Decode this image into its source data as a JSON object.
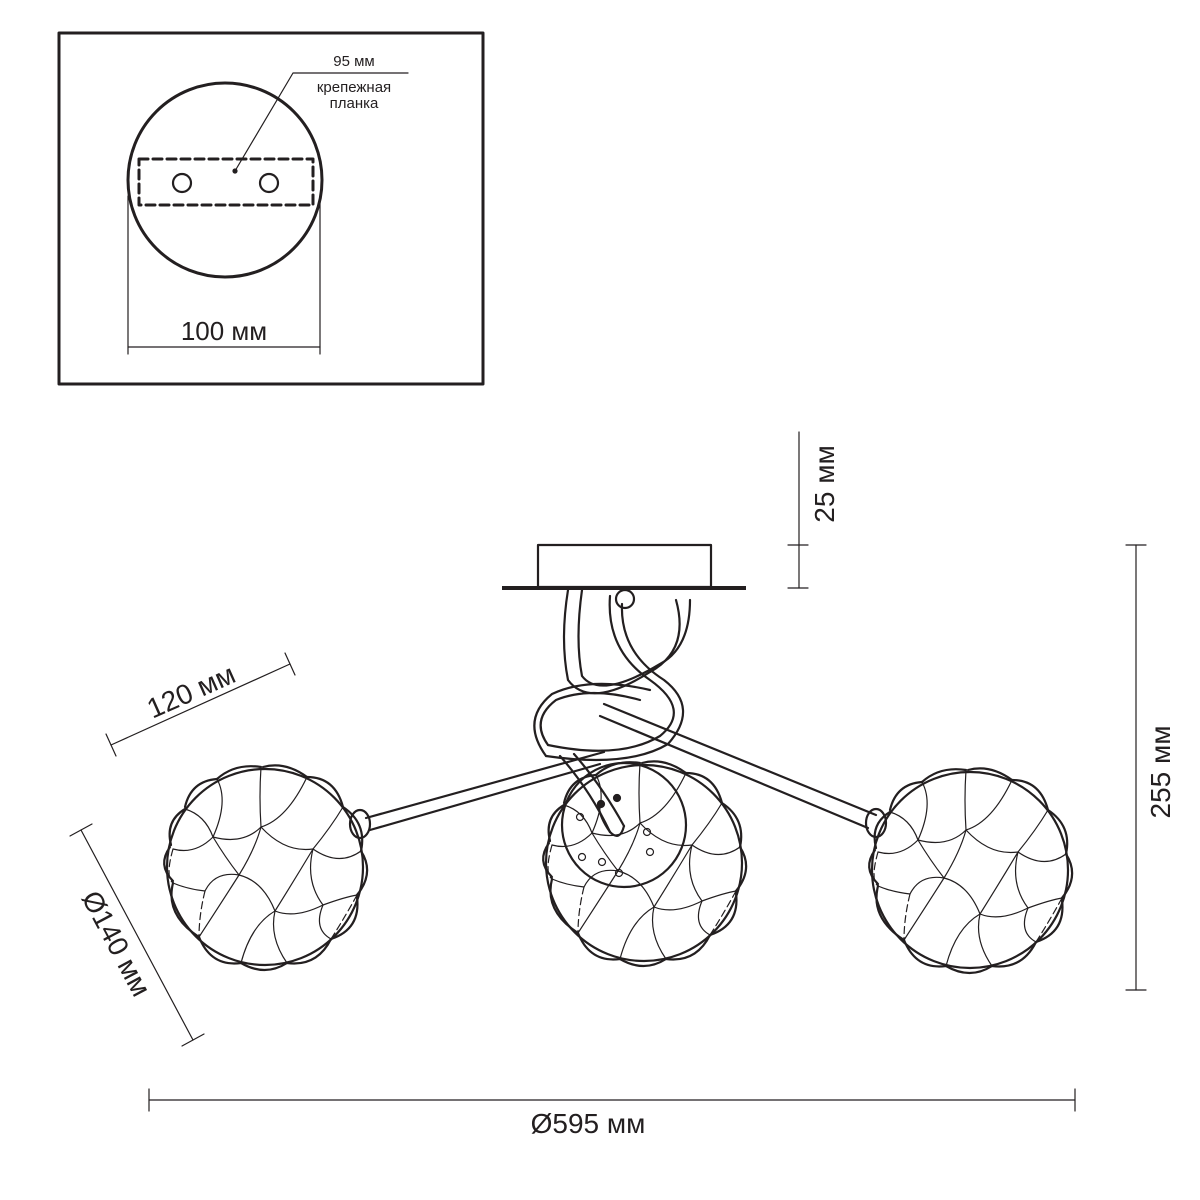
{
  "mount_detail": {
    "bracket_dimension": "95 мм",
    "bracket_label_line1": "крепежная",
    "bracket_label_line2": "планка",
    "plate_diameter": "100 мм"
  },
  "fixture": {
    "canopy_height": "25 мм",
    "total_height": "255 мм",
    "arm_length": "120 мм",
    "shade_diameter": "Ø140 мм",
    "total_diameter": "Ø595 мм"
  },
  "colors": {
    "line": "#231f20",
    "background": "#ffffff"
  }
}
